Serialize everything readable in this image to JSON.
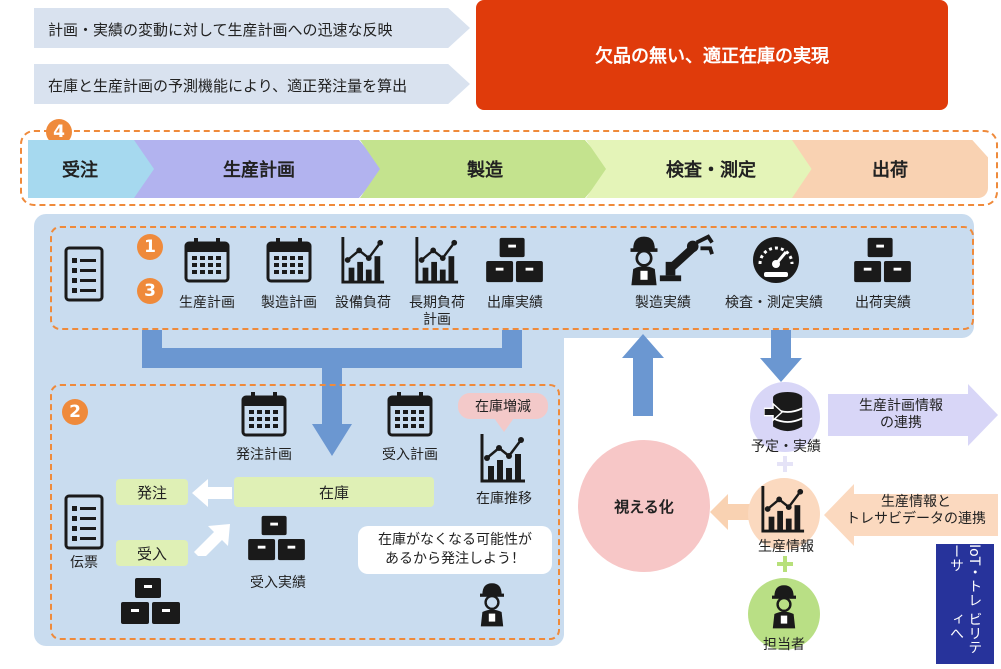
{
  "top_arrows": [
    "計画・実績の変動に対して生産計画への迅速な反映",
    "在庫と生産計画の予測機能により、適正発注量を算出"
  ],
  "goal": "欠品の無い、適正在庫の実現",
  "process": {
    "number": "4",
    "steps": [
      "受注",
      "生産計画",
      "製造",
      "検査・測定",
      "出荷"
    ],
    "colors": [
      "#a6d9ef",
      "#b2b3ef",
      "#c4e38e",
      "#e4f4b8",
      "#f9d2b2"
    ]
  },
  "section1": {
    "number1": "1",
    "number3": "3",
    "items": [
      "生産計画",
      "製造計画",
      "設備負荷",
      "長期負荷",
      "計画",
      "出庫実績"
    ],
    "right_items": [
      "製造実績",
      "検査・測定実績",
      "出荷実績"
    ]
  },
  "section2": {
    "number": "2",
    "plan_order": "発注計画",
    "plan_receive": "受入計画",
    "stock_change": "在庫増減",
    "stock_trend": "在庫推移",
    "inventory": "在庫",
    "order": "発注",
    "receive": "受入",
    "slip": "伝票",
    "receive_record": "受入実績",
    "bubble": [
      "在庫がなくなる可能性が",
      "あるから発注しよう！"
    ]
  },
  "right_side": {
    "visualize": "視える化",
    "schedule": "予定・実績",
    "production_info": "生産情報",
    "person": "担当者",
    "link1": [
      "生産計画情報",
      "の連携"
    ],
    "link2": [
      "生産情報と",
      "トレサビデータの連携"
    ],
    "iot": [
      "IoT・トレーサ",
      "ビリティへ"
    ]
  },
  "icons": {
    "calendar": "calendar-icon",
    "chart": "bar-line-chart-icon",
    "boxes": "boxes-icon",
    "document": "document-icon",
    "worker": "worker-icon",
    "robot": "robot-arm-icon",
    "gauge": "gauge-icon",
    "database": "database-icon"
  }
}
